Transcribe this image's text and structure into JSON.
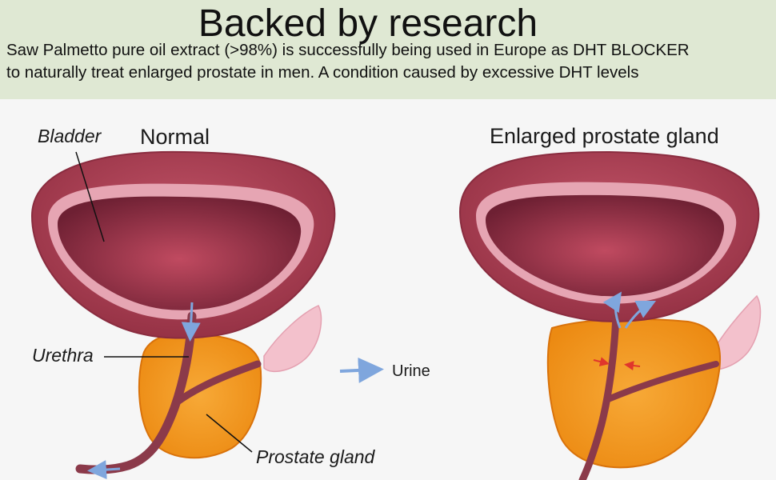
{
  "header": {
    "title": "Backed by research",
    "line1": "Saw Palmetto pure oil extract (>98%) is successfully being used in Europe as DHT BLOCKER",
    "line2": "to naturally treat enlarged prostate in men. A condition caused by excessive DHT levels",
    "background": "#dfe8d3"
  },
  "diagram": {
    "normal_title": "Normal",
    "enlarged_title": "Enlarged prostate gland",
    "labels": {
      "bladder": "Bladder",
      "urethra": "Urethra",
      "prostate": "Prostate gland",
      "urine": "Urine"
    },
    "icons": [
      "urine-arrow-icon",
      "constriction-arrow-icon"
    ],
    "colors": {
      "bladder_wall": "#a83e52",
      "bladder_inner": "#7a2538",
      "bladder_lining": "#e6a5b3",
      "prostate": "#f39c1e",
      "prostate_edge": "#d9720a",
      "urethra": "#8b3a4a",
      "seminal_vesicle": "#f3c1cc",
      "urine_arrow": "#7fa6dd",
      "constriction_arrow": "#e0362c"
    }
  }
}
